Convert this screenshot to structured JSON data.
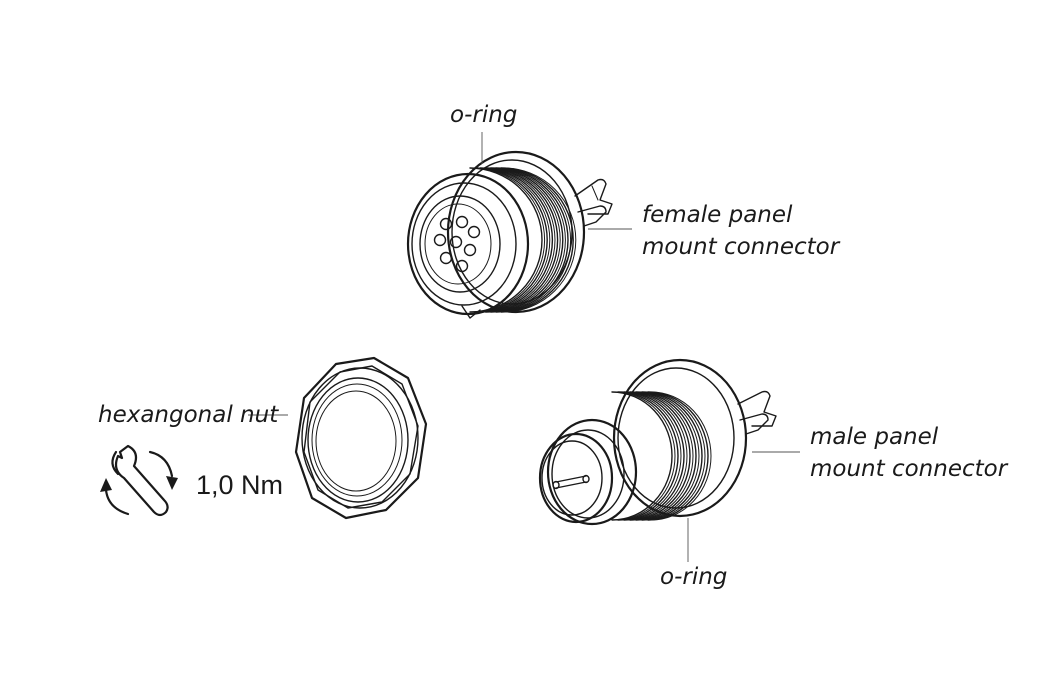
{
  "labels": {
    "o_ring_top": "o-ring",
    "female_connector_line1": "female panel",
    "female_connector_line2": "mount connector",
    "hex_nut": "hexangonal nut",
    "torque": "1,0 Nm",
    "male_connector_line1": "male panel",
    "male_connector_line2": "mount connector",
    "o_ring_bottom": "o-ring"
  },
  "icons": {
    "torque_tool": "wrench-rotate-icon"
  },
  "colors": {
    "line": "#1a1a1a",
    "background": "#ffffff"
  }
}
